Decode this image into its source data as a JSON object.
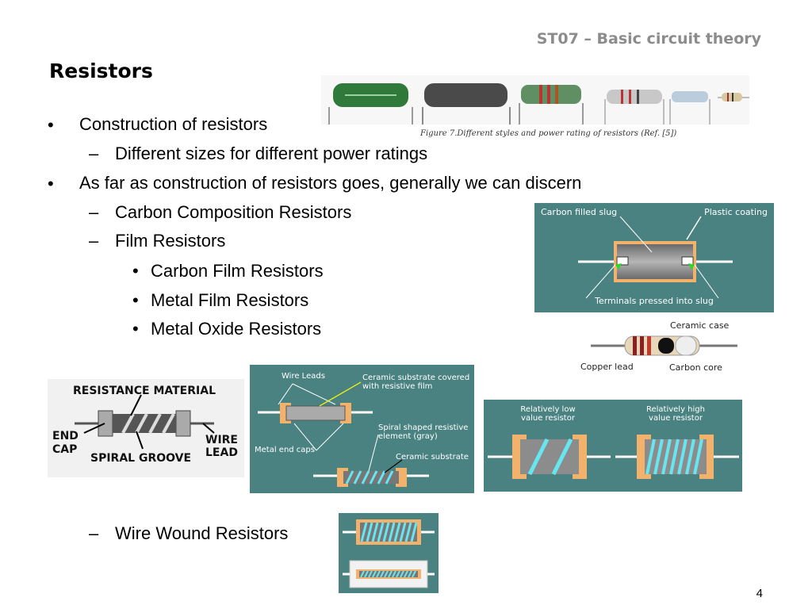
{
  "header": {
    "course": "ST07 – Basic circuit theory"
  },
  "slide": {
    "title": "Resistors",
    "bullet_symbol": "•",
    "dash_symbol": "–",
    "items": {
      "b1": "Construction of resistors",
      "b1_sub": "Different sizes for different power ratings",
      "b2": "As far as construction of resistors goes, generally we can discern",
      "b2_sub1": "Carbon Composition Resistors",
      "b2_sub2": "Film Resistors",
      "b2_sub2_a": "Carbon Film Resistors",
      "b2_sub2_b": "Metal Film Resistors",
      "b2_sub2_c": "Metal Oxide Resistors",
      "b2_sub3": "Wire Wound Resistors"
    },
    "page_number": "4"
  },
  "figures": {
    "photo_caption": "Figure 7.Different styles and power rating of resistors (Ref. [5])",
    "composition": {
      "slug_label": "Carbon filled slug",
      "coating_label": "Plastic coating",
      "terminals_label": "Terminals pressed into slug"
    },
    "carbon_cutaway": {
      "case_label": "Ceramic case",
      "lead_label": "Copper lead",
      "core_label": "Carbon core"
    },
    "spiral": {
      "material_label": "RESISTANCE MATERIAL",
      "endcap_label_1": "END",
      "endcap_label_2": "CAP",
      "groove_label": "SPIRAL GROOVE",
      "wire_label_1": "WIRE",
      "wire_label_2": "LEAD"
    },
    "film_diagram": {
      "wire_leads": "Wire Leads",
      "substrate_covered_1": "Ceramic substrate covered",
      "substrate_covered_2": "with resistive film",
      "spiral_1": "Spiral shaped resistive",
      "spiral_2": "element (gray)",
      "end_caps": "Metal end caps",
      "ceramic_substrate": "Ceramic substrate"
    },
    "value_compare": {
      "low_1": "Relatively low",
      "low_2": "value resistor",
      "high_1": "Relatively high",
      "high_2": "value resistor"
    }
  },
  "colors": {
    "teal_bg": "#4a8282",
    "end_cap": "#f2b26b",
    "spiral": "#66e6f0",
    "header_gray": "#8c8c8c"
  }
}
